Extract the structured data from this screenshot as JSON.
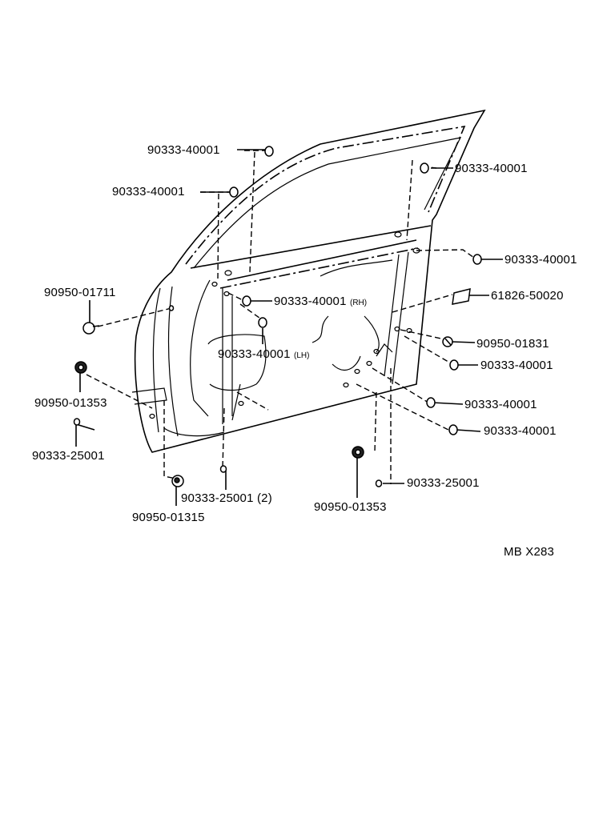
{
  "callouts": [
    {
      "text": "90333-40001",
      "suffix": ""
    },
    {
      "text": "90333-40001",
      "suffix": ""
    },
    {
      "text": "90333-40001",
      "suffix": ""
    },
    {
      "text": "90333-40001",
      "suffix": ""
    },
    {
      "text": "90950-01711",
      "suffix": ""
    },
    {
      "text": "90333-40001",
      "suffix": "(RH)"
    },
    {
      "text": "61826-50020",
      "suffix": ""
    },
    {
      "text": "90333-40001",
      "suffix": "(LH)"
    },
    {
      "text": "90950-01831",
      "suffix": ""
    },
    {
      "text": "90333-40001",
      "suffix": ""
    },
    {
      "text": "90950-01353",
      "suffix": ""
    },
    {
      "text": "90333-40001",
      "suffix": ""
    },
    {
      "text": "90333-40001",
      "suffix": ""
    },
    {
      "text": "90333-25001",
      "suffix": ""
    },
    {
      "text": "90333-25001",
      "suffix": ""
    },
    {
      "text": "90333-25001 (2)",
      "suffix": ""
    },
    {
      "text": "90950-01353",
      "suffix": ""
    },
    {
      "text": "90950-01315",
      "suffix": ""
    }
  ],
  "figure_code": "MB X283"
}
